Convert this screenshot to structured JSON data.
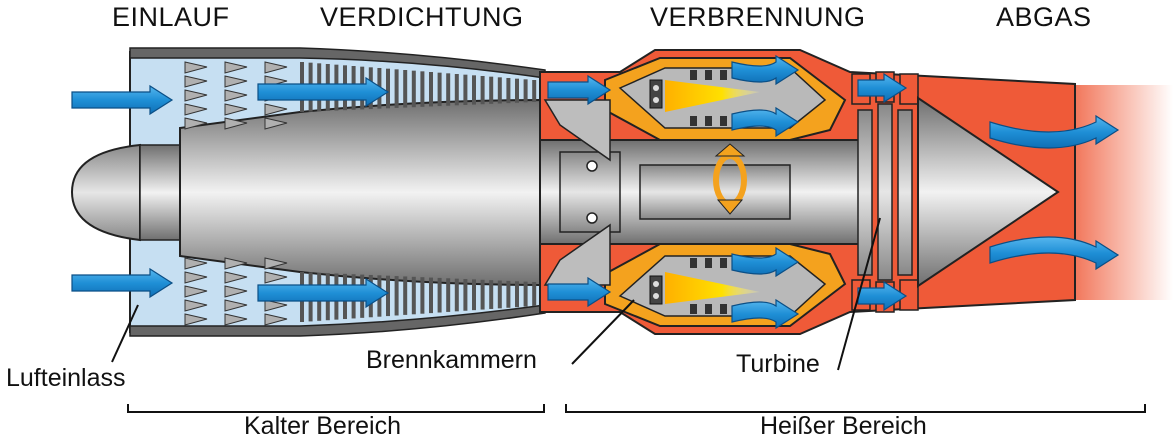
{
  "sections": {
    "intake": "EINLAUF",
    "compression": "VERDICHTUNG",
    "combustion": "VERBRENNUNG",
    "exhaust": "ABGAS"
  },
  "labels": {
    "air_inlet": "Lufteinlass",
    "combustion_chambers": "Brennkammern",
    "turbine": "Turbine"
  },
  "zones": {
    "cold": "Kalter Bereich",
    "hot": "Heißer Bereich"
  },
  "colors": {
    "cold_zone": "#c6dff2",
    "hot_zone": "#ef5a38",
    "combustor_case": "#f4a21e",
    "flame": "#ffd400",
    "airflow_arrow": "#1f8fd6",
    "metal": "#9a9a9a"
  }
}
